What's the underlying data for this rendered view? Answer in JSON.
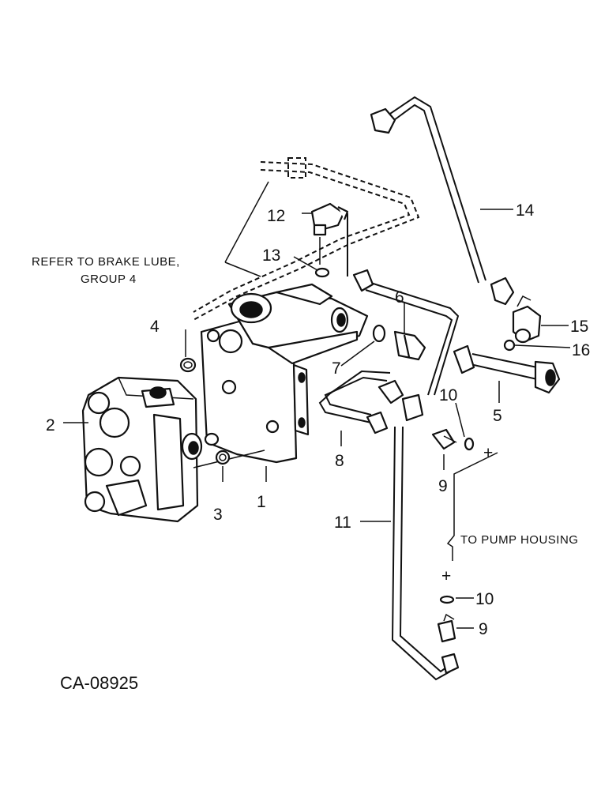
{
  "drawing_code": "CA-08925",
  "note_brake_lube": {
    "line1": "REFER TO BRAKE LUBE,",
    "line2": "GROUP 4"
  },
  "note_pump": "TO PUMP HOUSING",
  "callouts": [
    "1",
    "2",
    "3",
    "4",
    "5",
    "6",
    "7",
    "8",
    "9",
    "9",
    "10",
    "10",
    "11",
    "12",
    "13",
    "14",
    "15",
    "16"
  ]
}
